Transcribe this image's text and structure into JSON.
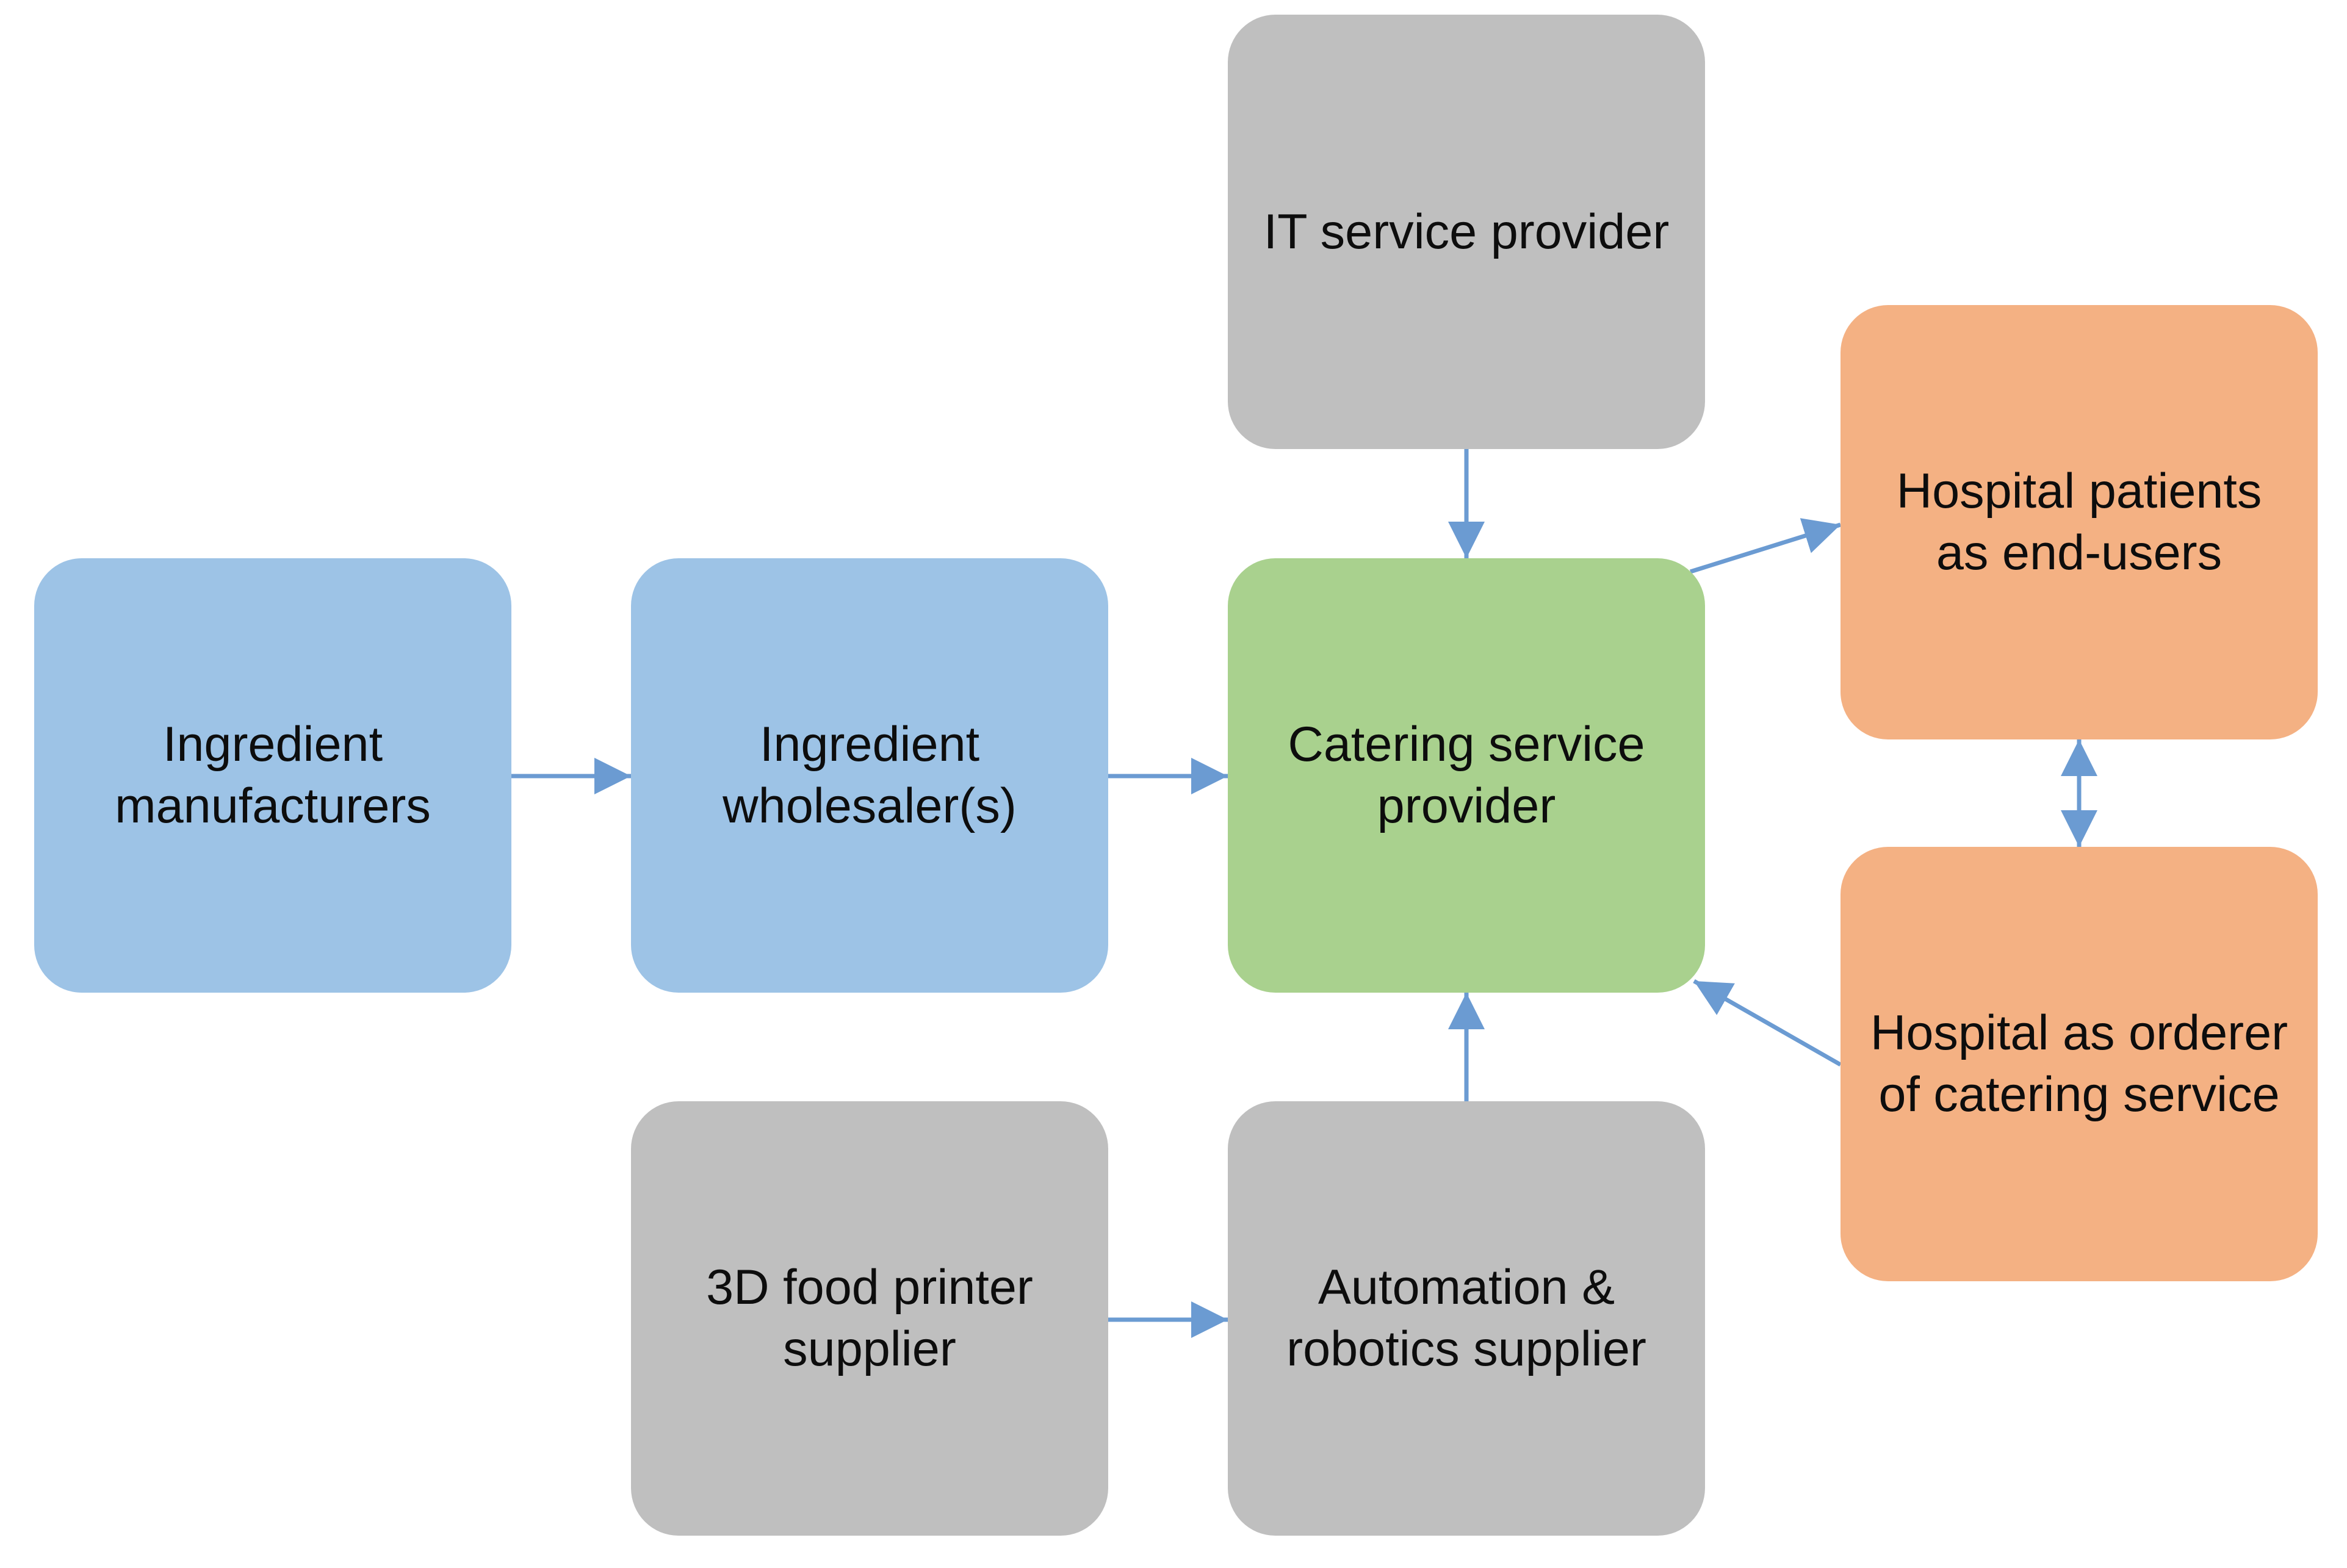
{
  "colors": {
    "blue": "#9dc3e6",
    "green": "#a9d18e",
    "gray": "#bfbfbf",
    "orange": "#f4b183",
    "edge": "#6b9bd2",
    "text": "#0d0d0d"
  },
  "nodes": {
    "it_provider": {
      "label": "IT service provider"
    },
    "patients": {
      "label": "Hospital patients\nas end-users"
    },
    "manufacturers": {
      "label": "Ingredient\nmanufacturers"
    },
    "wholesalers": {
      "label": "Ingredient\nwholesaler(s)"
    },
    "catering": {
      "label": "Catering service\nprovider"
    },
    "orderer": {
      "label": "Hospital as orderer\nof catering service"
    },
    "printer_supplier": {
      "label": "3D food printer\nsupplier"
    },
    "robotics_supplier": {
      "label": "Automation &\nrobotics supplier"
    }
  },
  "edges": [
    {
      "from": "manufacturers",
      "to": "wholesalers",
      "direction": "forward"
    },
    {
      "from": "wholesalers",
      "to": "catering",
      "direction": "forward"
    },
    {
      "from": "it_provider",
      "to": "catering",
      "direction": "forward"
    },
    {
      "from": "robotics_supplier",
      "to": "catering",
      "direction": "forward"
    },
    {
      "from": "printer_supplier",
      "to": "robotics_supplier",
      "direction": "forward"
    },
    {
      "from": "catering",
      "to": "patients",
      "direction": "forward"
    },
    {
      "from": "orderer",
      "to": "catering",
      "direction": "forward"
    },
    {
      "from": "patients",
      "to": "orderer",
      "direction": "both"
    }
  ]
}
